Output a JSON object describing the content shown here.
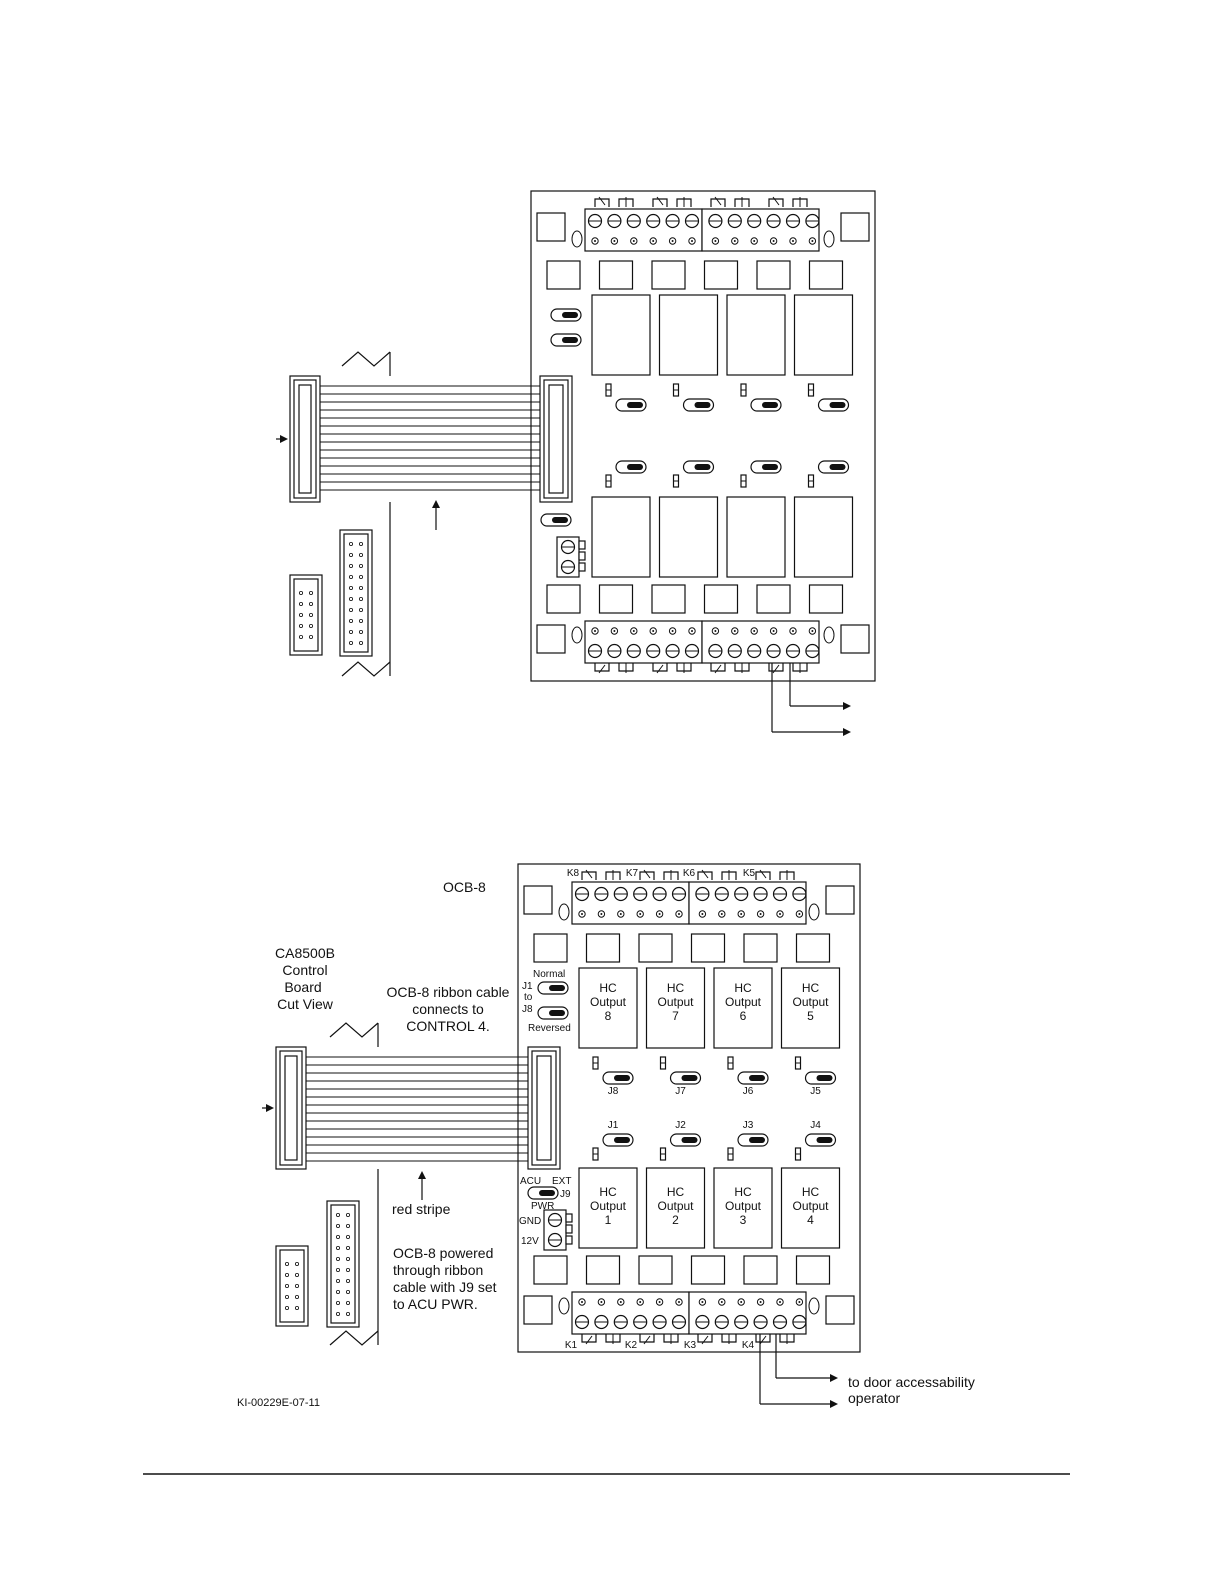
{
  "figure_id": "KI-00229E-07-11",
  "board": {
    "name": "OCB-8",
    "relay_labels_top": [
      "K8",
      "K7",
      "K6",
      "K5"
    ],
    "relay_labels_bottom": [
      "K1",
      "K2",
      "K3",
      "K4"
    ],
    "outputs_top": [
      {
        "line1": "HC",
        "line2": "Output",
        "num": "8"
      },
      {
        "line1": "HC",
        "line2": "Output",
        "num": "7"
      },
      {
        "line1": "HC",
        "line2": "Output",
        "num": "6"
      },
      {
        "line1": "HC",
        "line2": "Output",
        "num": "5"
      }
    ],
    "outputs_bottom": [
      {
        "line1": "HC",
        "line2": "Output",
        "num": "1"
      },
      {
        "line1": "HC",
        "line2": "Output",
        "num": "2"
      },
      {
        "line1": "HC",
        "line2": "Output",
        "num": "3"
      },
      {
        "line1": "HC",
        "line2": "Output",
        "num": "4"
      }
    ],
    "jumpers_upper": [
      "J8",
      "J7",
      "J6",
      "J5"
    ],
    "jumpers_lower": [
      "J1",
      "J2",
      "J3",
      "J4"
    ],
    "mode_labels": {
      "normal": "Normal",
      "range_1": "J1",
      "range_to": "to",
      "range_2": "J8",
      "reversed": "Reversed"
    },
    "j9_labels": {
      "acu": "ACU",
      "ext": "EXT",
      "jumper": "J9",
      "pwr": "PWR"
    },
    "power_labels": {
      "gnd": "GND",
      "v12": "12V"
    }
  },
  "annotations": {
    "control_board": [
      "CA8500B",
      "Control",
      "Board",
      "Cut View"
    ],
    "ribbon": [
      "OCB-8 ribbon cable",
      "connects to",
      "CONTROL 4."
    ],
    "red_stripe": "red stripe",
    "powered": [
      "OCB-8 powered",
      "through ribbon",
      "cable with J9 set",
      "to ACU PWR."
    ],
    "door": [
      "to door  accessability",
      "operator"
    ]
  }
}
